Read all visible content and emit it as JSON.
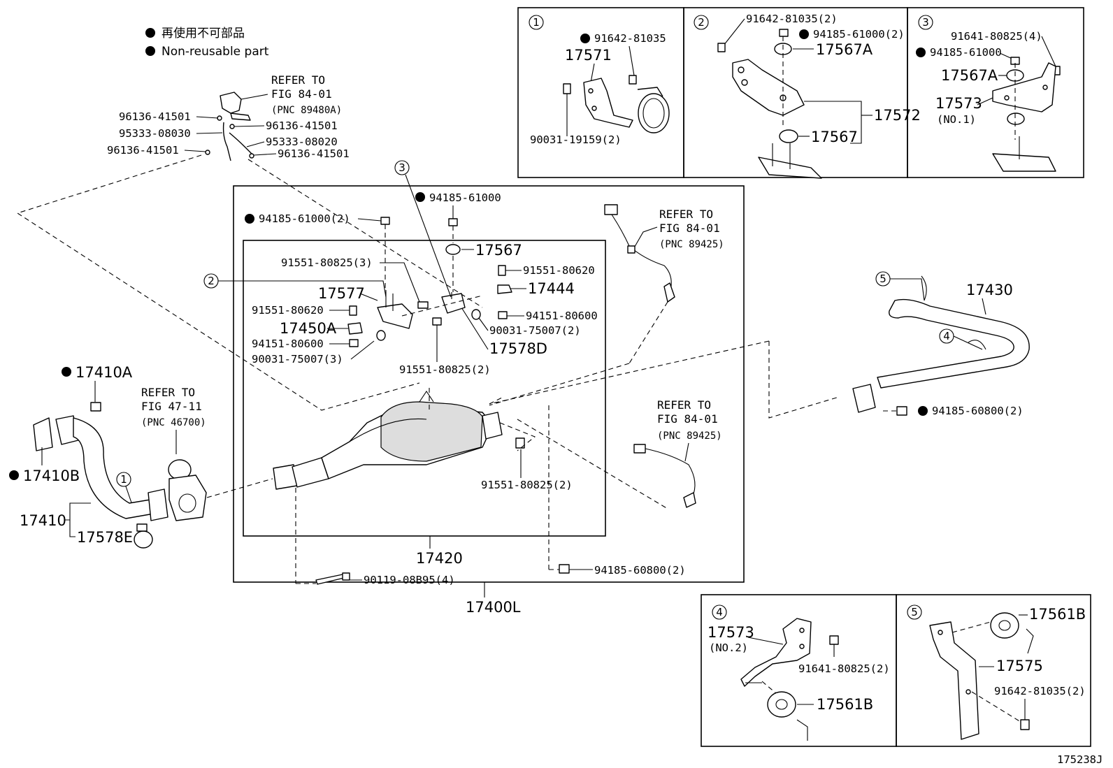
{
  "legend": {
    "jp": "再使用不可部品",
    "en": "Non-reusable part"
  },
  "figure_id": "175238J",
  "refs": {
    "fig8401_top": {
      "line1": "REFER TO",
      "line2": "FIG 84-01",
      "pnc": "(PNC 89480A)"
    },
    "fig8401_mid": {
      "line1": "REFER TO",
      "line2": "FIG 84-01",
      "pnc": "(PNC 89425)"
    },
    "fig8401_low": {
      "line1": "REFER TO",
      "line2": "FIG 84-01",
      "pnc": "(PNC 89425)"
    },
    "fig4711": {
      "line1": "REFER TO",
      "line2": "FIG 47-11",
      "pnc": "(PNC 46700)"
    }
  },
  "parts": {
    "p96136_a": "96136-41501",
    "p95333_a": "95333-08030",
    "p96136_b": "96136-41501",
    "p96136_c": "96136-41501",
    "p95333_b": "95333-08020",
    "p96136_d": "96136-41501",
    "p94185_61000_2": "94185-61000(2)",
    "p94185_61000": "94185-61000",
    "p17567": "17567",
    "p91551_80825_3": "91551-80825(3)",
    "p91551_80620_r": "91551-80620",
    "p17577": "17577",
    "p17444": "17444",
    "p91551_80620_l": "91551-80620",
    "p94151_80600_r": "94151-80600",
    "p17450A": "17450A",
    "p90031_75007_2": "90031-75007(2)",
    "p94151_80600_l": "94151-80600",
    "p17578D": "17578D",
    "p90031_75007_3": "90031-75007(3)",
    "p91551_80825_2a": "91551-80825(2)",
    "p91551_80825_2b": "91551-80825(2)",
    "p17420": "17420",
    "p90119": "90119-08B95(4)",
    "p94185_60800_c": "94185-60800(2)",
    "p17400L": "17400L",
    "p17410A": "17410A",
    "p17410B": "17410B",
    "p17410": "17410",
    "p17578E": "17578E",
    "p17430": "17430",
    "p94185_60800_r": "94185-60800(2)"
  },
  "callouts": {
    "c1": "1",
    "c2": "2",
    "c3": "3",
    "c4": "4",
    "c5": "5"
  },
  "inset1": {
    "num": "1",
    "a": "91642-81035",
    "b": "17571",
    "c": "90031-19159(2)"
  },
  "inset2": {
    "num": "2",
    "a": "91642-81035(2)",
    "b": "94185-61000(2)",
    "c": "17567A",
    "d": "17572",
    "e": "17567"
  },
  "inset3": {
    "num": "3",
    "a": "91641-80825(4)",
    "b": "94185-61000",
    "c": "17567A",
    "d": "17573",
    "e": "(NO.1)"
  },
  "inset4": {
    "num": "4",
    "a": "17573",
    "b": "(NO.2)",
    "c": "91641-80825(2)",
    "d": "17561B"
  },
  "inset5": {
    "num": "5",
    "a": "17561B",
    "b": "17575",
    "c": "91642-81035(2)"
  }
}
